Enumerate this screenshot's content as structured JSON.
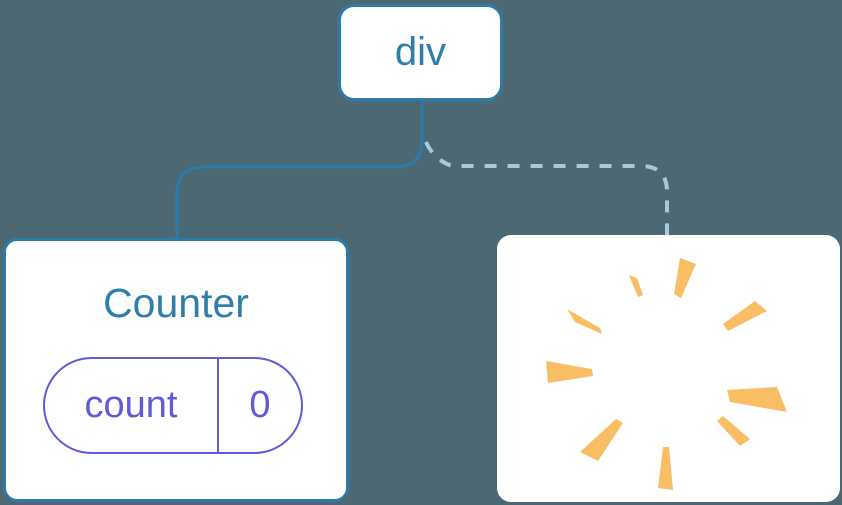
{
  "colors": {
    "background": "#4C6973",
    "card_bg": "#FFFFFF",
    "node_border": "#2D7BAB",
    "node_text": "#2E7EAC",
    "solid_edge": "#2D7BAB",
    "dashed_edge": "#A9C8DC",
    "state_accent": "#5F5CD9",
    "poof": "#F9BD64"
  },
  "tree": {
    "root": {
      "label": "div"
    },
    "children": [
      {
        "type": "component",
        "title": "Counter",
        "edge": "solid",
        "state": {
          "key": "count",
          "value": "0"
        }
      },
      {
        "type": "removed",
        "edge": "dashed",
        "icon": "poof-icon"
      }
    ]
  }
}
